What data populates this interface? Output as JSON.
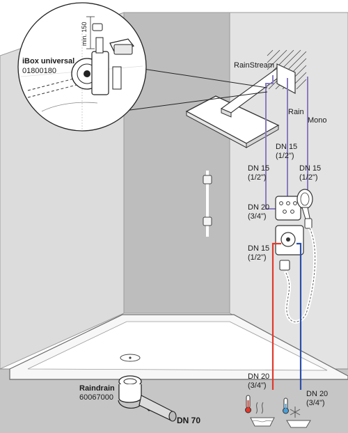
{
  "labels": {
    "ibox_title": "iBox universal",
    "ibox_code": "01800180",
    "min_label": "min. 150",
    "rainstream": "RainStream",
    "rain": "Rain",
    "mono": "Mono",
    "dn15_center_line1": "DN 15",
    "dn15_center_line2": "(1/2\")",
    "dn15_left_line1": "DN 15",
    "dn15_left_line2": "(1/2\")",
    "dn15_right_line1": "DN 15",
    "dn15_right_line2": "(1/2\")",
    "dn20_top_line1": "DN 20",
    "dn20_top_line2": "(3/4\")",
    "dn15_lower_line1": "DN 15",
    "dn15_lower_line2": "(1/2\")",
    "raindrain_title": "Raindrain",
    "raindrain_code": "60067000",
    "dn70": "DN 70",
    "dn20_hot_line1": "DN 20",
    "dn20_hot_line2": "(3/4\")",
    "dn20_cold_line1": "DN 20",
    "dn20_cold_line2": "(3/4\")"
  },
  "colors": {
    "wall_light": "#e0e0e0",
    "wall_mid": "#c8c8c8",
    "wall_dark": "#a9a9a9",
    "floor": "#c4c4c4",
    "pipe_purple": "#8a7bbf",
    "pipe_red": "#e0392b",
    "pipe_blue": "#2b4fa8",
    "outline": "#3a3a3a"
  }
}
